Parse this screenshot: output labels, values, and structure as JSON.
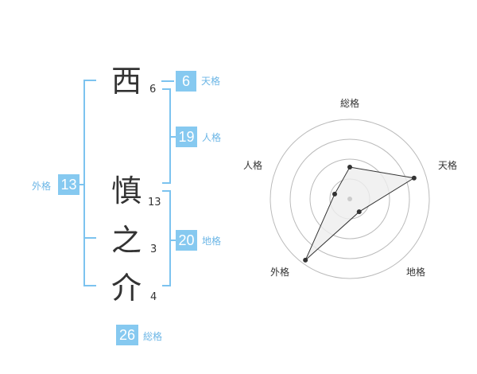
{
  "name": {
    "chars": [
      {
        "char": "西",
        "strokes": "6"
      },
      {
        "char": "慎",
        "strokes": "13"
      },
      {
        "char": "之",
        "strokes": "3"
      },
      {
        "char": "介",
        "strokes": "4"
      }
    ]
  },
  "fortune": {
    "ten": {
      "value": "6",
      "label": "天格"
    },
    "jin": {
      "value": "19",
      "label": "人格"
    },
    "chi": {
      "value": "20",
      "label": "地格"
    },
    "gai": {
      "value": "13",
      "label": "外格"
    },
    "souka": {
      "value": "26",
      "label": "総格"
    }
  },
  "chart_data": {
    "type": "radar",
    "axes": [
      "総格",
      "天格",
      "地格",
      "外格",
      "人格"
    ],
    "values": [
      0.4,
      0.85,
      0.2,
      0.95,
      0.2
    ],
    "range": [
      0,
      1
    ],
    "rings": 4,
    "colors": {
      "ring": "#bbbbbb",
      "fill": "#eeeeee",
      "line": "#333333",
      "point": "#333333",
      "center": "#cccccc"
    }
  }
}
